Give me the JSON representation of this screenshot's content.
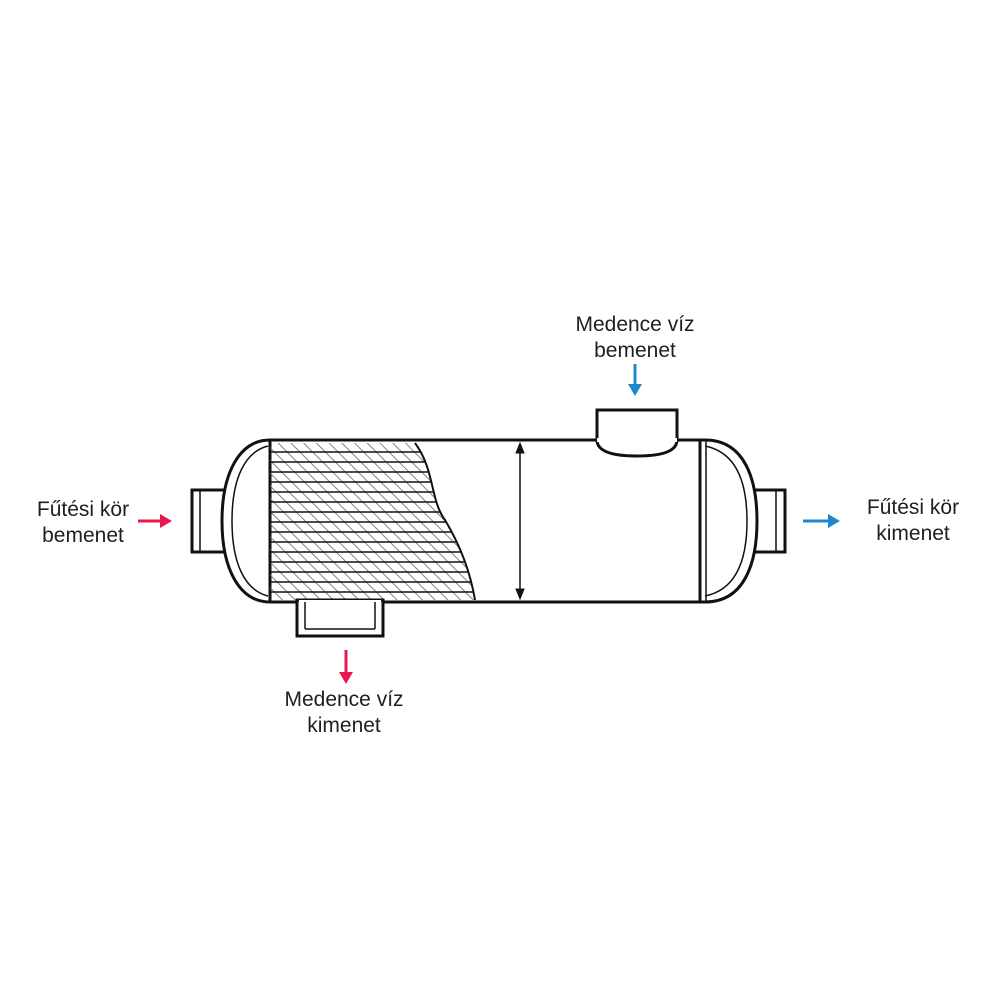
{
  "labels": {
    "heating_inlet": {
      "line1": "Fűtési kör",
      "line2": "bemenet"
    },
    "heating_outlet": {
      "line1": "Fűtési kör",
      "line2": "kimenet"
    },
    "pool_inlet": {
      "line1": "Medence víz",
      "line2": "bemenet"
    },
    "pool_outlet": {
      "line1": "Medence víz",
      "line2": "kimenet"
    }
  },
  "colors": {
    "hot_arrow": "#e8194f",
    "cold_arrow": "#1f87c9",
    "outline": "#111111",
    "hatch": "#555555"
  }
}
